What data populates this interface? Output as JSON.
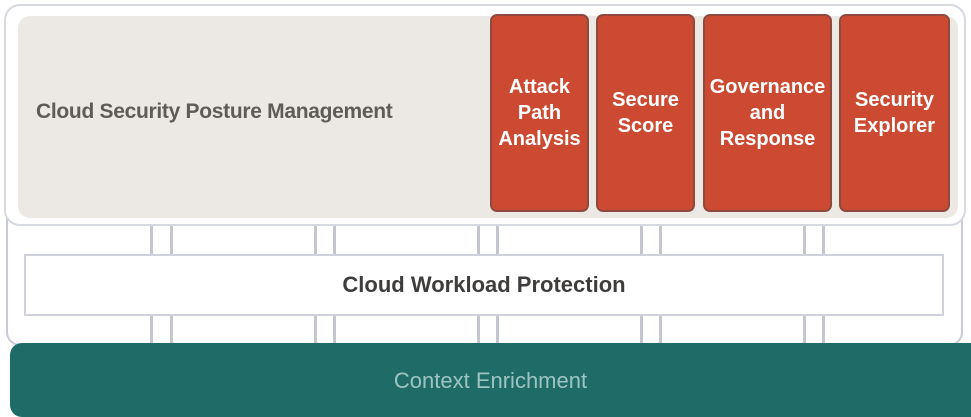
{
  "cspm": {
    "label": "Cloud Security Posture Management",
    "features": [
      {
        "label": "Attack\nPath\nAnalysis"
      },
      {
        "label": "Secure\nScore"
      },
      {
        "label": "Governance\nand\nResponse"
      },
      {
        "label": "Security\nExplorer"
      }
    ]
  },
  "cwp": {
    "label": "Cloud Workload Protection"
  },
  "context": {
    "label": "Context Enrichment"
  },
  "colors": {
    "feature_fill": "#cd4a32",
    "context_fill": "#1e6b68",
    "cspm_fill": "#ece8e3"
  }
}
